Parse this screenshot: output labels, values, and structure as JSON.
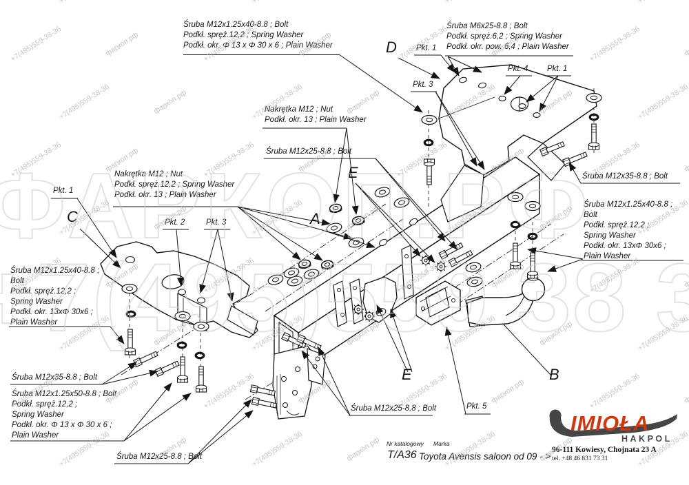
{
  "watermark": {
    "site": "фаркоп.рф",
    "phone": "+7(495)559-38-36",
    "big_site": "ФАРКОП.РФ",
    "big_phone": "+7(495)559 38 36"
  },
  "callouts": {
    "tl_bolt": {
      "l1": "Śruba M12x1.25x40-8.8 ;  Bolt",
      "l2": "Podkł. spręż.12,2 ; Spring Washer",
      "l3": "Podkł. okr.  Φ 13 x Φ 30 x 6 ; Plain Washer"
    },
    "tr_bolt": {
      "l1": "Śruba M6x25-8.8 ;  Bolt",
      "l2": "Podkł. spręż.6,2 ; Spring Washer",
      "l3": "Podkł. okr. pow. 6,4 ; Plain Washer"
    },
    "nut_mid": {
      "l1": "Nakrętka  M12 ; Nut",
      "l2": "Podkł. okr. 13 ; Plain Washer"
    },
    "nut_left": {
      "l1": "Nakrętka  M12 ; Nut",
      "l2": "Podkł. spręż.12,2 ; Spring Washer",
      "l3": "Podkł. okr. 13 ; Plain Washer"
    },
    "bolt_m12x25_top": "Śruba M12x25-8.8 ;  Bolt",
    "bolt_m12x25_mid": "Śruba M12x25-8,8 ;  Bolt",
    "bolt_m12x25_bottom": "Śruba M12x25-8.8 ;  Bolt",
    "bolt_m12x35_right": "Śruba M12x35-8.8 ;  Bolt",
    "bolt_m12x35_left": "Śruba M12x35-8.8 ;  Bolt",
    "right_block": {
      "l1": "Śruba M12x1.25x40-8.8 ;",
      "l2": "Bolt",
      "l3": "Podkł. spręż.12,2 ;",
      "l4": "Spring Washer",
      "l5": "Podkł. okr.  13xΦ 30x6 ;",
      "l6": "Plain Washer"
    },
    "left_block": {
      "l1": "Śruba M12x1.25x40-8.8 ;",
      "l2": "Bolt",
      "l3": "Podkł. spręż.12,2 ;",
      "l4": "Spring Washer",
      "l5": "Podkł. okr.  13xΦ 30x6 ;",
      "l6": "Plain Washer"
    },
    "bl_block": {
      "l1": "Śruba M12x1.25x50-8.8 ;  Bolt",
      "l2": "Podkł. spręż.12,2 ;",
      "l3": "Spring Washer",
      "l4": "Podkł. okr.  Φ 13 x Φ 30 x 6 ;",
      "l5": "Plain Washer"
    },
    "pkt1": "Pkt. 1",
    "pkt2": "Pkt. 2",
    "pkt3": "Pkt. 3",
    "pkt4": "Pkt. 4",
    "pkt5": "Pkt. 5",
    "A": "A",
    "B": "B",
    "C": "C",
    "D": "D",
    "E": "E"
  },
  "title_block": {
    "nr_label": "Nr katalogowy",
    "nr_value": "T/A36",
    "marka_label": "Marka",
    "marka_value": "Toyota Avensis saloon   od  09 - >",
    "address_line1": "96-111 Kowiesy, Chojnata 23 A",
    "address_line2": "tel. +48 46 831 73 31"
  },
  "logo": {
    "name": "IMIOŁA",
    "sub": "HAKPOL",
    "accent": "#cc3a12",
    "gray": "#454545"
  }
}
